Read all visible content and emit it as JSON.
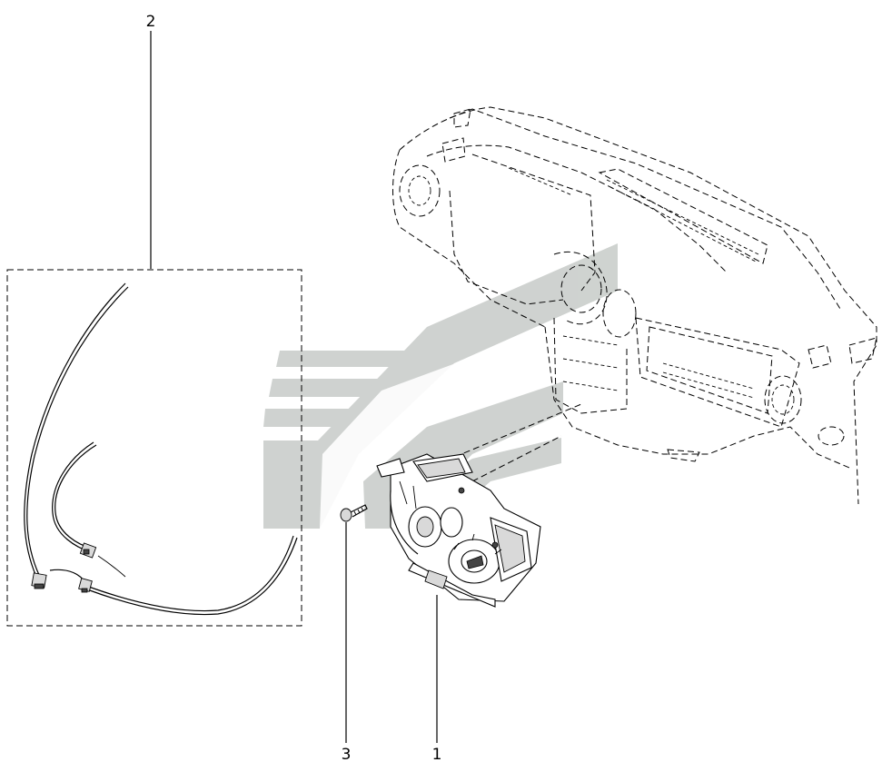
{
  "diagram": {
    "callouts": [
      {
        "id": "1",
        "label": "1"
      },
      {
        "id": "2",
        "label": "2"
      },
      {
        "id": "3",
        "label": "3"
      }
    ],
    "colors": {
      "line": "#000000",
      "watermark": "#c7cbc8",
      "background": "#ffffff"
    },
    "icons": [
      "wiring-harness-icon",
      "headlight-switch-module-icon",
      "screw-icon",
      "dashboard-icon",
      "watermark-logo-icon"
    ]
  }
}
